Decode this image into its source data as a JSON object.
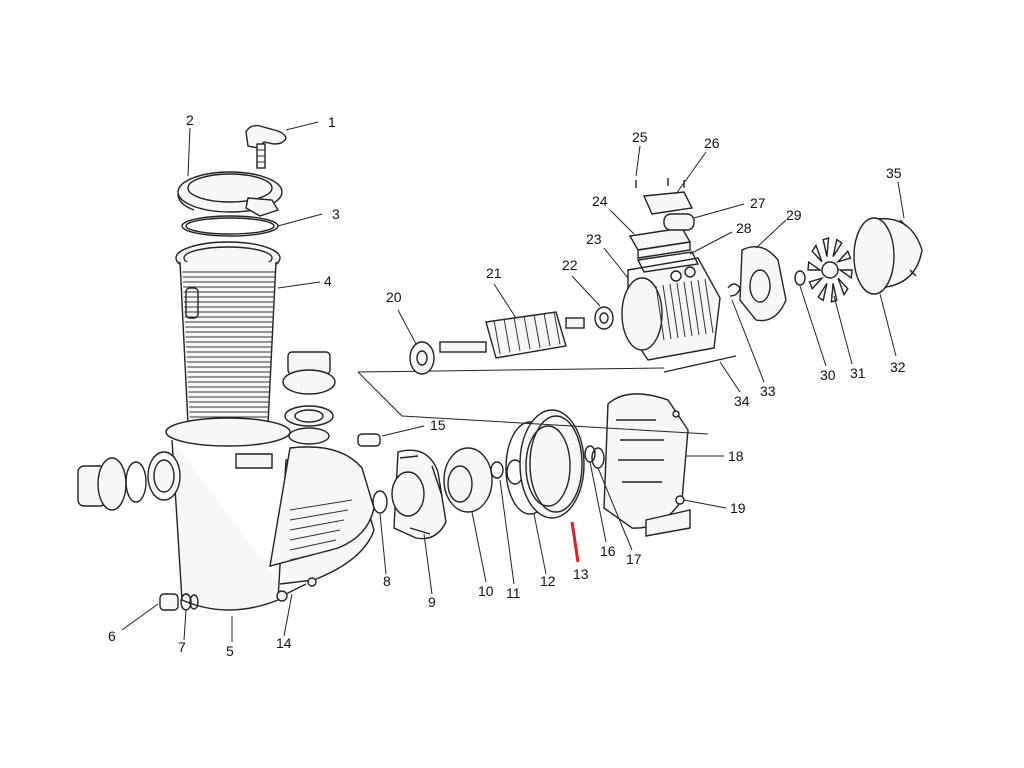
{
  "diagram": {
    "type": "exploded-parts-diagram",
    "colors": {
      "ink": "#222222",
      "highlight": "#e02020",
      "background": "#ffffff"
    },
    "highlighted_callout": "13",
    "callouts": [
      {
        "id": "c1",
        "text": "1"
      },
      {
        "id": "c2",
        "text": "2"
      },
      {
        "id": "c3",
        "text": "3"
      },
      {
        "id": "c4",
        "text": "4"
      },
      {
        "id": "c5",
        "text": "5"
      },
      {
        "id": "c6",
        "text": "6"
      },
      {
        "id": "c7",
        "text": "7"
      },
      {
        "id": "c8",
        "text": "8"
      },
      {
        "id": "c9",
        "text": "9"
      },
      {
        "id": "c10",
        "text": "10"
      },
      {
        "id": "c11",
        "text": "11"
      },
      {
        "id": "c12",
        "text": "12"
      },
      {
        "id": "c13",
        "text": "13"
      },
      {
        "id": "c14",
        "text": "14"
      },
      {
        "id": "c15",
        "text": "15"
      },
      {
        "id": "c16",
        "text": "16"
      },
      {
        "id": "c17",
        "text": "17"
      },
      {
        "id": "c18",
        "text": "18"
      },
      {
        "id": "c19",
        "text": "19"
      },
      {
        "id": "c20",
        "text": "20"
      },
      {
        "id": "c21",
        "text": "21"
      },
      {
        "id": "c22",
        "text": "22"
      },
      {
        "id": "c23",
        "text": "23"
      },
      {
        "id": "c24",
        "text": "24"
      },
      {
        "id": "c25",
        "text": "25"
      },
      {
        "id": "c26",
        "text": "26"
      },
      {
        "id": "c27",
        "text": "27"
      },
      {
        "id": "c28",
        "text": "28"
      },
      {
        "id": "c29",
        "text": "29"
      },
      {
        "id": "c30",
        "text": "30"
      },
      {
        "id": "c31",
        "text": "31"
      },
      {
        "id": "c32",
        "text": "32"
      },
      {
        "id": "c33",
        "text": "33"
      },
      {
        "id": "c34",
        "text": "34"
      },
      {
        "id": "c35",
        "text": "35"
      }
    ]
  }
}
